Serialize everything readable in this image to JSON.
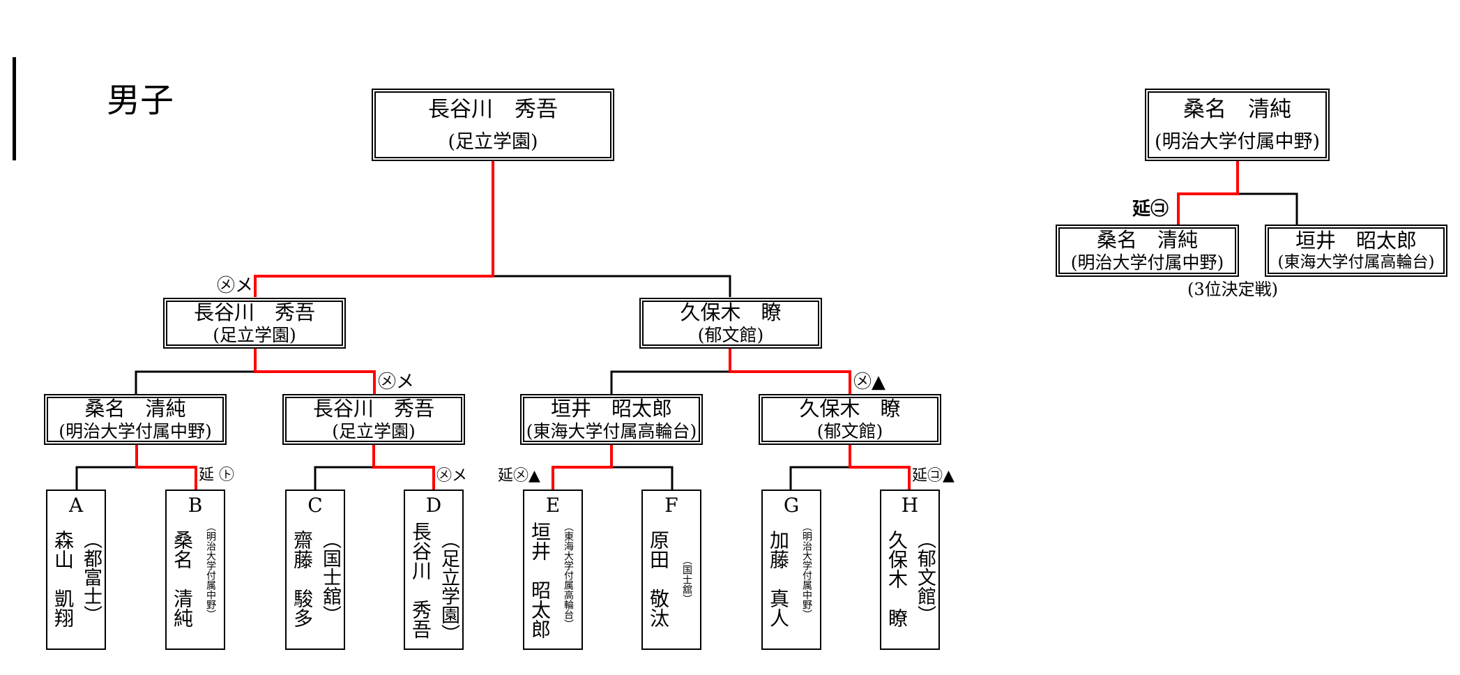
{
  "heading": "男子",
  "colors": {
    "winner_line": "#ff0000",
    "line": "#000000"
  },
  "champion": {
    "name": "長谷川　秀吾",
    "school": "(足立学園)"
  },
  "semifinal": [
    {
      "name": "長谷川　秀吾",
      "school": "(足立学園)"
    },
    {
      "name": "久保木　瞭",
      "school": "(郁文館)"
    }
  ],
  "quarterfinal": [
    {
      "name": "桑名　清純",
      "school": "(明治大学付属中野)"
    },
    {
      "name": "長谷川　秀吾",
      "school": "(足立学園)"
    },
    {
      "name": "垣井　昭太郎",
      "school": "(東海大学付属高輪台)"
    },
    {
      "name": "久保木　瞭",
      "school": "(郁文館)"
    }
  ],
  "players": [
    {
      "letter": "A",
      "name": "森山　凱翔",
      "school": "（都富士）"
    },
    {
      "letter": "B",
      "name": "桑名　清純",
      "school": "（明治大学付属中野）"
    },
    {
      "letter": "C",
      "name": "齋藤　駿多",
      "school": "（国士舘）"
    },
    {
      "letter": "D",
      "name": "長谷川　秀吾",
      "school": "（足立学園）"
    },
    {
      "letter": "E",
      "name": "垣井　昭太郎",
      "school": "（東海大学付属高輪台）"
    },
    {
      "letter": "F",
      "name": "原田　敬汰",
      "school": "（国士舘）"
    },
    {
      "letter": "G",
      "name": "加藤　真人",
      "school": "（明治大学付属中野）"
    },
    {
      "letter": "H",
      "name": "久保木　瞭",
      "school": "（郁文館）"
    }
  ],
  "marks": {
    "final": "㋱メ",
    "semi_left": "㋱メ",
    "semi_right": "㋱▲",
    "r1_b": "延 ㋣",
    "r1_d": "㋱メ",
    "r1_e": "延㋱▲",
    "r1_h": "延㋙▲",
    "third": "延㋙"
  },
  "third_place": {
    "winner": {
      "name": "桑名　清純",
      "school": "(明治大学付属中野)"
    },
    "left": {
      "name": "桑名　清純",
      "school": "(明治大学付属中野)"
    },
    "right": {
      "name": "垣井　昭太郎",
      "school": "(東海大学付属高輪台)"
    },
    "label": "(3位決定戦)"
  }
}
